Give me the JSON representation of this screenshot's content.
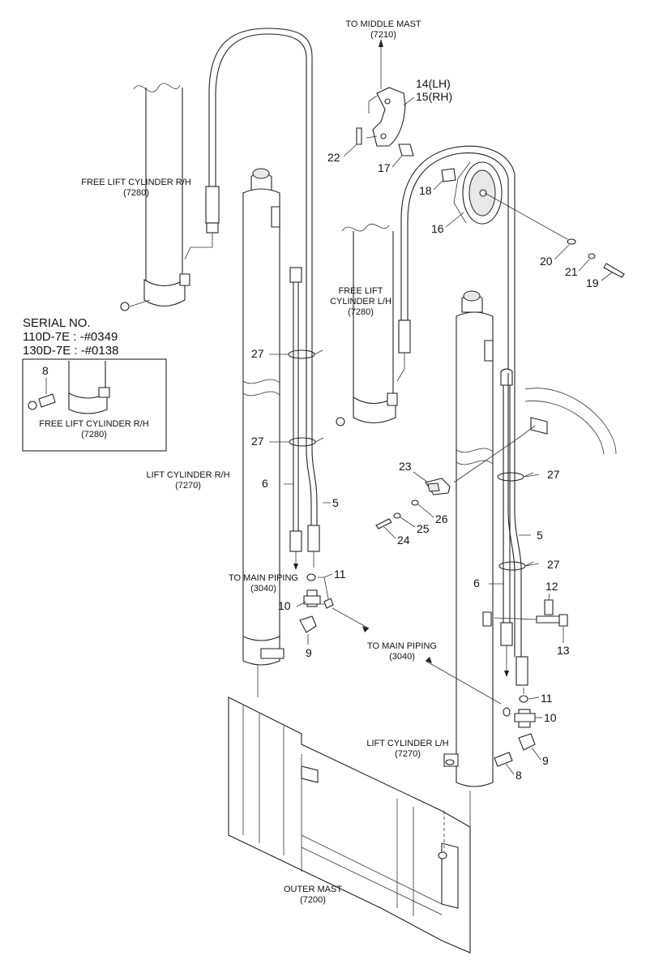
{
  "labels": {
    "to_middle_mast": "TO MIDDLE MAST",
    "to_middle_mast_ref": "(7210)",
    "free_lift_rh": "FREE  LIFT CYLINDER R/H",
    "free_lift_rh_ref": "(7280)",
    "free_lift_lh_1": "FREE LIFT",
    "free_lift_lh_2": "CYLINDER L/H",
    "free_lift_lh_ref": "(7280)",
    "serial_title": "SERIAL NO.",
    "serial_110": "110D-7E : -#0349",
    "serial_130": "130D-7E : -#0138",
    "inset_free_lift": "FREE LIFT CYLINDER R/H",
    "inset_free_lift_ref": "(7280)",
    "lift_rh": "LIFT CYLINDER R/H",
    "lift_rh_ref": "(7270)",
    "to_main_piping_1": "TO MAIN PIPING",
    "to_main_piping_1_ref": "(3040)",
    "to_main_piping_2": "TO MAIN PIPING",
    "to_main_piping_2_ref": "(3040)",
    "lift_lh": "LIFT CYLINDER L/H",
    "lift_lh_ref": "(7270)",
    "outer_mast": "OUTER MAST",
    "outer_mast_ref": "(7200)"
  },
  "part_numbers": {
    "p14": "14(LH)",
    "p15": "15(RH)",
    "p22": "22",
    "p17": "17",
    "p18": "18",
    "p16": "16",
    "p20": "20",
    "p21": "21",
    "p19": "19",
    "p27a": "27",
    "p27b": "27",
    "p27c": "27",
    "p27d": "27",
    "p8a": "8",
    "p8b": "8",
    "p6a": "6",
    "p6b": "6",
    "p5a": "5",
    "p5b": "5",
    "p11a": "11",
    "p11b": "11",
    "p10a": "10",
    "p10b": "10",
    "p9a": "9",
    "p9b": "9",
    "p23": "23",
    "p26": "26",
    "p25": "25",
    "p24": "24",
    "p12": "12",
    "p13": "13"
  }
}
